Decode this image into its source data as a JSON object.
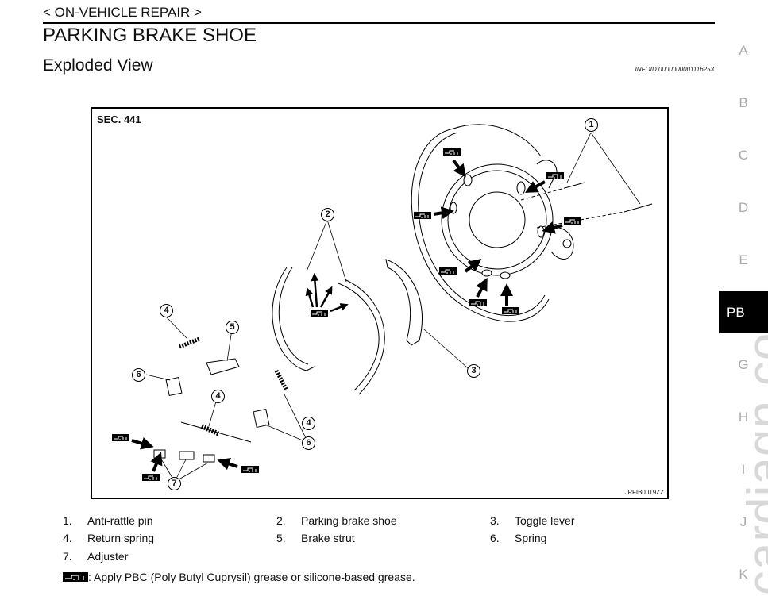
{
  "header": {
    "breadcrumb": "< ON-VEHICLE REPAIR >",
    "title": "PARKING BRAKE SHOE",
    "section": "Exploded View",
    "infoid": "INFOID:0000000001116253"
  },
  "side_tabs": [
    {
      "label": "A"
    },
    {
      "label": "B"
    },
    {
      "label": "C"
    },
    {
      "label": "D"
    },
    {
      "label": "E"
    },
    {
      "label": "PB",
      "active": true
    },
    {
      "label": "G"
    },
    {
      "label": "H"
    },
    {
      "label": "I"
    },
    {
      "label": "J"
    },
    {
      "label": "K"
    }
  ],
  "watermark": "cardiagn.com",
  "figure": {
    "section_label": "SEC. 441",
    "figure_id": "JPFIB0019ZZ",
    "callouts": [
      "1",
      "2",
      "3",
      "4",
      "4",
      "4",
      "5",
      "6",
      "6",
      "7"
    ],
    "grease_icon": "grease-apply-icon"
  },
  "legend": [
    {
      "num": "1.",
      "label": "Anti-rattle pin"
    },
    {
      "num": "2.",
      "label": "Parking brake shoe"
    },
    {
      "num": "3.",
      "label": "Toggle lever"
    },
    {
      "num": "4.",
      "label": "Return spring"
    },
    {
      "num": "5.",
      "label": "Brake strut"
    },
    {
      "num": "6.",
      "label": "Spring"
    },
    {
      "num": "7.",
      "label": "Adjuster"
    }
  ],
  "note": {
    "icon": "grease-apply-icon",
    "text": ": Apply PBC (Poly Butyl Cuprysil) grease or silicone-based grease."
  }
}
